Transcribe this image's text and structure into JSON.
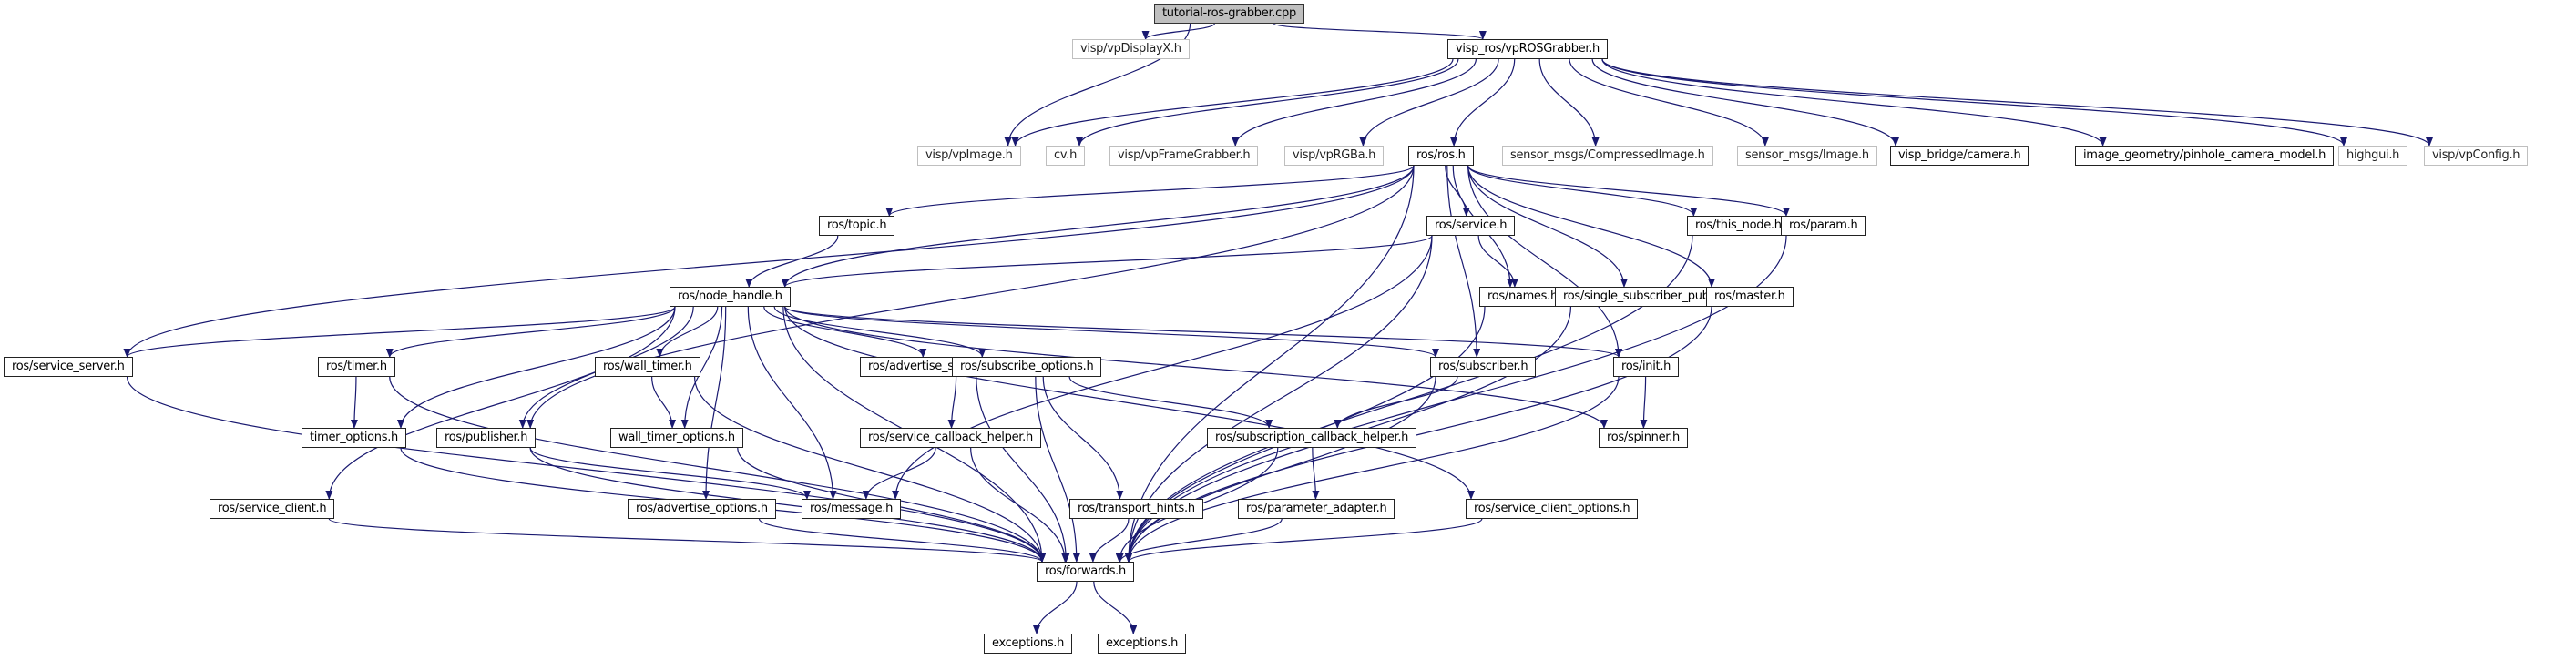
{
  "title": "tutorial-ros-grabber.cpp include dependency graph",
  "colors": {
    "edge": "#191970",
    "root_fill": "#bfbfbf",
    "node_border": "#222222",
    "external_border": "#bfbfbf"
  },
  "nodes": {
    "root": {
      "label": "tutorial-ros-grabber.cpp",
      "kind": "root"
    },
    "vpDisplayX": {
      "label": "visp/vpDisplayX.h",
      "kind": "external"
    },
    "vpROSGrabber": {
      "label": "visp_ros/vpROSGrabber.h",
      "kind": "local"
    },
    "vpImage": {
      "label": "visp/vpImage.h",
      "kind": "external"
    },
    "cv": {
      "label": "cv.h",
      "kind": "external"
    },
    "vpFrameGrabber": {
      "label": "visp/vpFrameGrabber.h",
      "kind": "external"
    },
    "vpRGBa": {
      "label": "visp/vpRGBa.h",
      "kind": "external"
    },
    "ros": {
      "label": "ros/ros.h",
      "kind": "local"
    },
    "CompressedImage": {
      "label": "sensor_msgs/CompressedImage.h",
      "kind": "external"
    },
    "Image": {
      "label": "sensor_msgs/Image.h",
      "kind": "external"
    },
    "camera": {
      "label": "visp_bridge/camera.h",
      "kind": "local"
    },
    "pinhole": {
      "label": "image_geometry/pinhole_camera_model.h",
      "kind": "local"
    },
    "highgui": {
      "label": "highgui.h",
      "kind": "external"
    },
    "vpConfig": {
      "label": "visp/vpConfig.h",
      "kind": "external"
    },
    "topic": {
      "label": "ros/topic.h",
      "kind": "local"
    },
    "service": {
      "label": "ros/service.h",
      "kind": "local"
    },
    "this_node": {
      "label": "ros/this_node.h",
      "kind": "local"
    },
    "param": {
      "label": "ros/param.h",
      "kind": "local"
    },
    "node_handle": {
      "label": "ros/node_handle.h",
      "kind": "local"
    },
    "names": {
      "label": "ros/names.h",
      "kind": "local"
    },
    "single_sub_pub": {
      "label": "ros/single_subscriber_publisher.h",
      "kind": "local"
    },
    "master": {
      "label": "ros/master.h",
      "kind": "local"
    },
    "service_server": {
      "label": "ros/service_server.h",
      "kind": "local"
    },
    "timer": {
      "label": "ros/timer.h",
      "kind": "local"
    },
    "wall_timer": {
      "label": "ros/wall_timer.h",
      "kind": "local"
    },
    "adv_srv_opts": {
      "label": "ros/advertise_service_options.h",
      "kind": "local"
    },
    "sub_opts": {
      "label": "ros/subscribe_options.h",
      "kind": "local"
    },
    "subscriber": {
      "label": "ros/subscriber.h",
      "kind": "local"
    },
    "init": {
      "label": "ros/init.h",
      "kind": "local"
    },
    "timer_options": {
      "label": "timer_options.h",
      "kind": "local"
    },
    "publisher": {
      "label": "ros/publisher.h",
      "kind": "local"
    },
    "wall_timer_options": {
      "label": "wall_timer_options.h",
      "kind": "local"
    },
    "srv_cb_helper": {
      "label": "ros/service_callback_helper.h",
      "kind": "local"
    },
    "sub_cb_helper": {
      "label": "ros/subscription_callback_helper.h",
      "kind": "local"
    },
    "spinner": {
      "label": "ros/spinner.h",
      "kind": "local"
    },
    "service_client": {
      "label": "ros/service_client.h",
      "kind": "local"
    },
    "adv_opts": {
      "label": "ros/advertise_options.h",
      "kind": "local"
    },
    "message": {
      "label": "ros/message.h",
      "kind": "local"
    },
    "transport_hints": {
      "label": "ros/transport_hints.h",
      "kind": "local"
    },
    "param_adapter": {
      "label": "ros/parameter_adapter.h",
      "kind": "local"
    },
    "srv_client_opts": {
      "label": "ros/service_client_options.h",
      "kind": "local"
    },
    "forwards": {
      "label": "ros/forwards.h",
      "kind": "local"
    },
    "exceptions1": {
      "label": "exceptions.h",
      "kind": "local"
    },
    "exceptions2": {
      "label": "exceptions.h",
      "kind": "local"
    }
  },
  "edges": [
    [
      "root",
      "vpDisplayX"
    ],
    [
      "root",
      "vpROSGrabber"
    ],
    [
      "root",
      "vpImage"
    ],
    [
      "vpROSGrabber",
      "vpImage"
    ],
    [
      "vpROSGrabber",
      "cv"
    ],
    [
      "vpROSGrabber",
      "vpFrameGrabber"
    ],
    [
      "vpROSGrabber",
      "vpRGBa"
    ],
    [
      "vpROSGrabber",
      "ros"
    ],
    [
      "vpROSGrabber",
      "CompressedImage"
    ],
    [
      "vpROSGrabber",
      "Image"
    ],
    [
      "vpROSGrabber",
      "camera"
    ],
    [
      "vpROSGrabber",
      "pinhole"
    ],
    [
      "vpROSGrabber",
      "highgui"
    ],
    [
      "vpROSGrabber",
      "vpConfig"
    ],
    [
      "ros",
      "topic"
    ],
    [
      "ros",
      "service"
    ],
    [
      "ros",
      "this_node"
    ],
    [
      "ros",
      "param"
    ],
    [
      "ros",
      "node_handle"
    ],
    [
      "ros",
      "names"
    ],
    [
      "ros",
      "single_sub_pub"
    ],
    [
      "ros",
      "master"
    ],
    [
      "ros",
      "service_server"
    ],
    [
      "ros",
      "publisher"
    ],
    [
      "ros",
      "subscriber"
    ],
    [
      "ros",
      "init"
    ],
    [
      "ros",
      "forwards"
    ],
    [
      "topic",
      "node_handle"
    ],
    [
      "service",
      "node_handle"
    ],
    [
      "service",
      "names"
    ],
    [
      "service",
      "message"
    ],
    [
      "service",
      "forwards"
    ],
    [
      "this_node",
      "forwards"
    ],
    [
      "param",
      "forwards"
    ],
    [
      "names",
      "forwards"
    ],
    [
      "single_sub_pub",
      "forwards"
    ],
    [
      "master",
      "forwards"
    ],
    [
      "node_handle",
      "service_server"
    ],
    [
      "node_handle",
      "timer"
    ],
    [
      "node_handle",
      "wall_timer"
    ],
    [
      "node_handle",
      "adv_srv_opts"
    ],
    [
      "node_handle",
      "sub_opts"
    ],
    [
      "node_handle",
      "subscriber"
    ],
    [
      "node_handle",
      "init"
    ],
    [
      "node_handle",
      "timer_options"
    ],
    [
      "node_handle",
      "publisher"
    ],
    [
      "node_handle",
      "wall_timer_options"
    ],
    [
      "node_handle",
      "spinner"
    ],
    [
      "node_handle",
      "service_client"
    ],
    [
      "node_handle",
      "adv_opts"
    ],
    [
      "node_handle",
      "message"
    ],
    [
      "node_handle",
      "srv_client_opts"
    ],
    [
      "node_handle",
      "forwards"
    ],
    [
      "service_server",
      "forwards"
    ],
    [
      "timer",
      "timer_options"
    ],
    [
      "timer",
      "forwards"
    ],
    [
      "wall_timer",
      "wall_timer_options"
    ],
    [
      "wall_timer",
      "forwards"
    ],
    [
      "adv_srv_opts",
      "srv_cb_helper"
    ],
    [
      "adv_srv_opts",
      "forwards"
    ],
    [
      "sub_opts",
      "sub_cb_helper"
    ],
    [
      "sub_opts",
      "transport_hints"
    ],
    [
      "sub_opts",
      "forwards"
    ],
    [
      "subscriber",
      "sub_cb_helper"
    ],
    [
      "subscriber",
      "forwards"
    ],
    [
      "init",
      "spinner"
    ],
    [
      "init",
      "forwards"
    ],
    [
      "timer_options",
      "forwards"
    ],
    [
      "publisher",
      "message"
    ],
    [
      "publisher",
      "forwards"
    ],
    [
      "wall_timer_options",
      "forwards"
    ],
    [
      "srv_cb_helper",
      "message"
    ],
    [
      "srv_cb_helper",
      "forwards"
    ],
    [
      "sub_cb_helper",
      "param_adapter"
    ],
    [
      "sub_cb_helper",
      "forwards"
    ],
    [
      "service_client",
      "forwards"
    ],
    [
      "adv_opts",
      "forwards"
    ],
    [
      "transport_hints",
      "forwards"
    ],
    [
      "param_adapter",
      "forwards"
    ],
    [
      "srv_client_opts",
      "forwards"
    ],
    [
      "forwards",
      "exceptions1"
    ],
    [
      "forwards",
      "exceptions2"
    ]
  ]
}
